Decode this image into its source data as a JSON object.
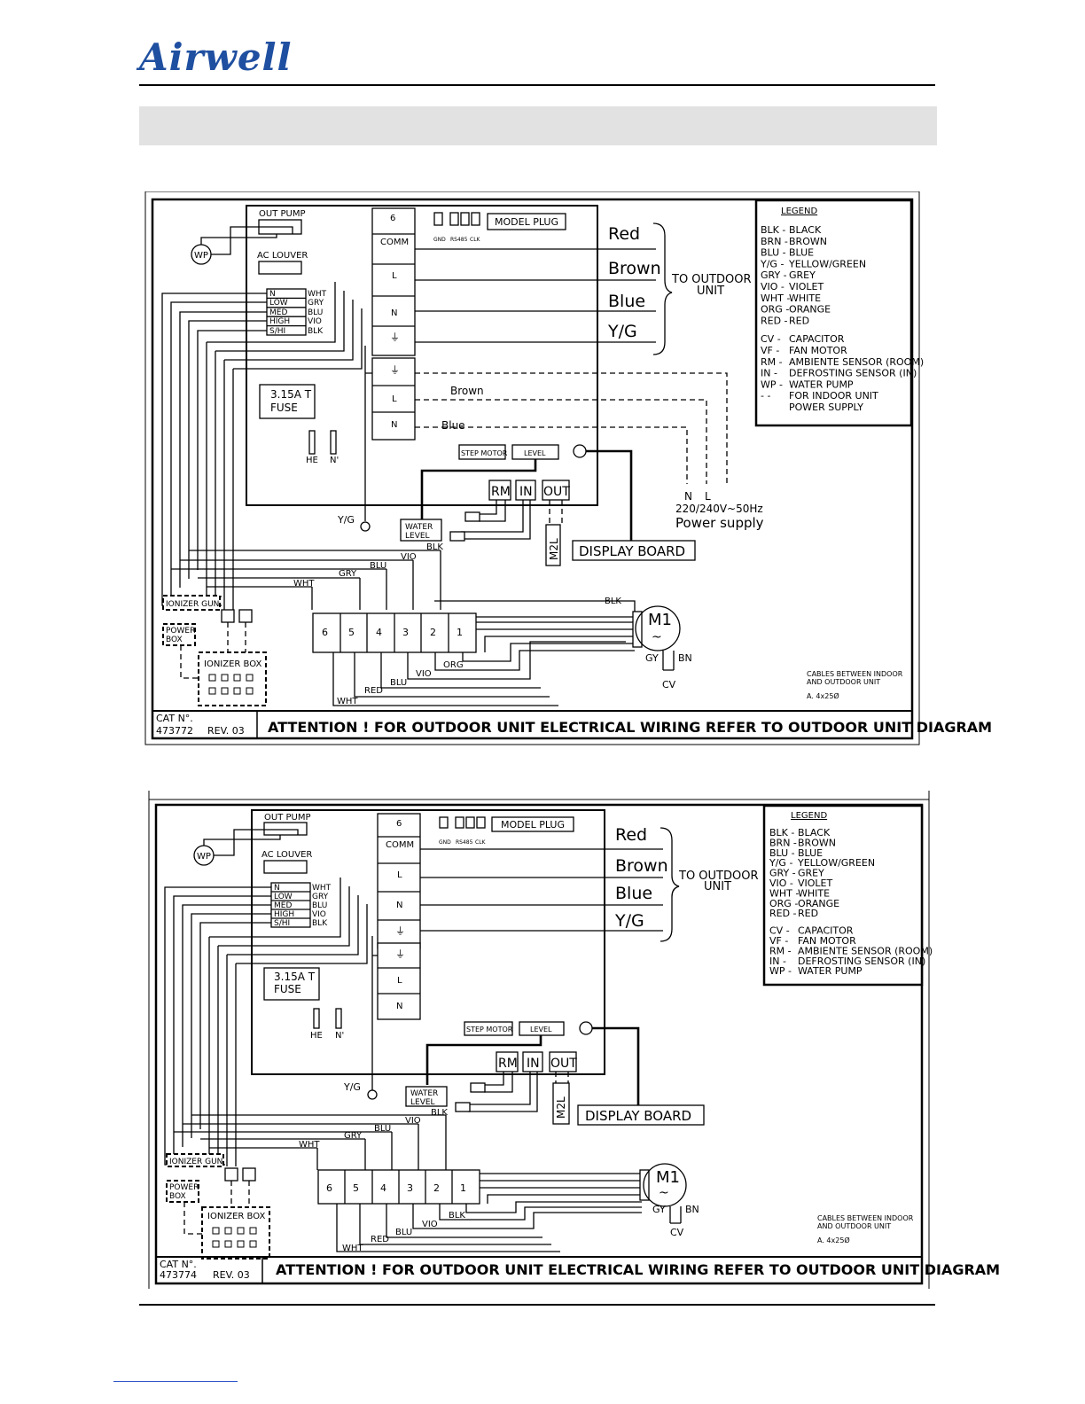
{
  "brand": {
    "logo_text": "Airwell"
  },
  "header": {
    "title": ""
  },
  "diagram_1": {
    "out_pump": "OUT PUMP",
    "ac_louver": "AC LOUVER",
    "wp": "WP",
    "fan_speeds": [
      "N",
      "LOW",
      "MED",
      "HIGH",
      "S/HI"
    ],
    "fan_colors": [
      "WHT",
      "GRY",
      "BLU",
      "VIO",
      "BLK"
    ],
    "terminals_top": [
      "6",
      "COMM",
      "L",
      "N",
      "⏚"
    ],
    "terminals_bottom": [
      "⏚",
      "L",
      "N"
    ],
    "model_plug": "MODEL PLUG",
    "connectors_small": [
      "GND",
      "RS485",
      "CLK"
    ],
    "outdoor_wires": [
      "Red",
      "Brown",
      "Blue",
      "Y/G"
    ],
    "to_outdoor_unit": [
      "TO OUTDOOR",
      "UNIT"
    ],
    "fuse": [
      "3.15A T",
      "FUSE"
    ],
    "he": "HE",
    "n_prime": "N'",
    "step_motor": "STEP MOTOR",
    "level": "LEVEL",
    "sensors": [
      "RM",
      "IN",
      "OUT"
    ],
    "m2l": "M2L",
    "display_board": "DISPLAY BOARD",
    "water_level": [
      "WATER",
      "LEVEL"
    ],
    "yg": "Y/G",
    "brown_label": "Brown",
    "blue_label": "Blue",
    "supply_nl": [
      "N",
      "L"
    ],
    "supply_voltage": "220/240V~50Hz",
    "power_supply": "Power supply",
    "ionizer_gun": "IONIZER GUN",
    "power_box": [
      "POWER",
      "BOX"
    ],
    "ionizer_box": "IONIZER BOX",
    "relays": [
      "6",
      "5",
      "4",
      "3",
      "2",
      "1"
    ],
    "wire_labels": {
      "blk": "BLK",
      "vio": "VIO",
      "blu": "BLU",
      "gry": "GRY",
      "wht": "WHT",
      "org": "ORG",
      "red": "RED"
    },
    "motor": "M1",
    "motor_gy": "GY",
    "motor_bn": "BN",
    "cv": "CV",
    "cables_note": [
      "CABLES BETWEEN INDOOR",
      "AND OUTDOOR UNIT"
    ],
    "cable_spec": "A. 4x25Ø",
    "legend_title": "LEGEND",
    "legend": [
      [
        "BLK -",
        "BLACK"
      ],
      [
        "BRN -",
        "BROWN"
      ],
      [
        "BLU -",
        "BLUE"
      ],
      [
        "Y/G -",
        "YELLOW/GREEN"
      ],
      [
        "GRY -",
        "GREY"
      ],
      [
        "VIO -",
        "VIOLET"
      ],
      [
        "WHT -",
        "WHITE"
      ],
      [
        "ORG -",
        "ORANGE"
      ],
      [
        "RED -",
        "RED"
      ],
      [
        "CV -",
        "CAPACITOR"
      ],
      [
        "VF -",
        "FAN MOTOR"
      ],
      [
        "RM -",
        "AMBIENTE SENSOR (ROOM)"
      ],
      [
        "IN -",
        "DEFROSTING SENSOR (IN)"
      ],
      [
        "WP -",
        "WATER PUMP"
      ],
      [
        "- -",
        "FOR INDOOR UNIT"
      ],
      [
        "",
        "POWER SUPPLY"
      ]
    ],
    "cat_label": "CAT N°.",
    "cat_no": "473772",
    "rev": "REV. 03",
    "attention": "ATTENTION ! FOR OUTDOOR UNIT ELECTRICAL WIRING REFER TO OUTDOOR UNIT DIAGRAM"
  },
  "diagram_2": {
    "out_pump": "OUT PUMP",
    "ac_louver": "AC LOUVER",
    "wp": "WP",
    "fan_speeds": [
      "N",
      "LOW",
      "MED",
      "HIGH",
      "S/HI"
    ],
    "fan_colors": [
      "WHT",
      "GRY",
      "BLU",
      "VIO",
      "BLK"
    ],
    "terminals_top": [
      "6",
      "COMM",
      "L",
      "N",
      "⏚"
    ],
    "terminals_bottom": [
      "⏚",
      "L",
      "N"
    ],
    "model_plug": "MODEL PLUG",
    "connectors_small": [
      "GND",
      "RS485",
      "CLK"
    ],
    "outdoor_wires": [
      "Red",
      "Brown",
      "Blue",
      "Y/G"
    ],
    "to_outdoor_unit": [
      "TO OUTDOOR",
      "UNIT"
    ],
    "fuse": [
      "3.15A T",
      "FUSE"
    ],
    "he": "HE",
    "n_prime": "N'",
    "step_motor": "STEP MOTOR",
    "level": "LEVEL",
    "sensors": [
      "RM",
      "IN",
      "OUT"
    ],
    "m2l": "M2L",
    "display_board": "DISPLAY BOARD",
    "water_level": [
      "WATER",
      "LEVEL"
    ],
    "yg": "Y/G",
    "ionizer_gun": "IONIZER GUN",
    "power_box": [
      "POWER",
      "BOX"
    ],
    "ionizer_box": "IONIZER BOX",
    "relays": [
      "6",
      "5",
      "4",
      "3",
      "2",
      "1"
    ],
    "wire_labels": {
      "blk": "BLK",
      "vio": "VIO",
      "blu": "BLU",
      "gry": "GRY",
      "wht": "WHT",
      "red": "RED"
    },
    "motor": "M1",
    "motor_gy": "GY",
    "motor_bn": "BN",
    "cv": "CV",
    "cables_note": [
      "CABLES BETWEEN INDOOR",
      "AND OUTDOOR UNIT"
    ],
    "cable_spec": "A. 4x25Ø",
    "legend_title": "LEGEND",
    "legend": [
      [
        "BLK -",
        "BLACK"
      ],
      [
        "BRN -",
        "BROWN"
      ],
      [
        "BLU -",
        "BLUE"
      ],
      [
        "Y/G -",
        "YELLOW/GREEN"
      ],
      [
        "GRY -",
        "GREY"
      ],
      [
        "VIO -",
        "VIOLET"
      ],
      [
        "WHT -",
        "WHITE"
      ],
      [
        "ORG -",
        "ORANGE"
      ],
      [
        "RED -",
        "RED"
      ],
      [
        "CV -",
        "CAPACITOR"
      ],
      [
        "VF -",
        "FAN MOTOR"
      ],
      [
        "RM -",
        "AMBIENTE SENSOR (ROOM)"
      ],
      [
        "IN -",
        "DEFROSTING SENSOR (IN)"
      ],
      [
        "WP -",
        "WATER PUMP"
      ]
    ],
    "cat_label": "CAT N°.",
    "cat_no": "473774",
    "rev": "REV. 03",
    "attention": "ATTENTION ! FOR OUTDOOR UNIT ELECTRICAL WIRING REFER TO OUTDOOR UNIT DIAGRAM"
  }
}
